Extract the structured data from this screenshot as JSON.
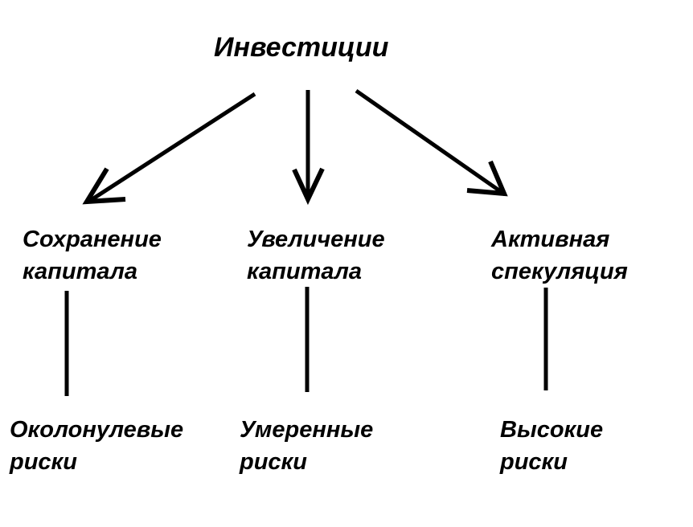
{
  "diagram": {
    "title": "Инвестиции",
    "branches": [
      {
        "strategy": "Сохранение капитала",
        "strategy_lines": [
          "Сохранение",
          "капитала"
        ],
        "risk": "Околонулевые риски",
        "risk_lines": [
          "Околонулевые",
          "риски"
        ]
      },
      {
        "strategy": "Увеличение капитала",
        "strategy_lines": [
          "Увеличение",
          "капитала"
        ],
        "risk": "Умеренные риски",
        "risk_lines": [
          "Умеренные",
          "риски"
        ]
      },
      {
        "strategy": "Активная спекуляция",
        "strategy_lines": [
          "Активная",
          "спекуляция"
        ],
        "risk": "Высокие риски",
        "risk_lines": [
          "Высокие",
          "риски"
        ]
      }
    ],
    "edges": [
      {
        "from": "Инвестиции",
        "to": "Сохранение капитала",
        "style": "arrow"
      },
      {
        "from": "Инвестиции",
        "to": "Увеличение капитала",
        "style": "arrow"
      },
      {
        "from": "Инвестиции",
        "to": "Активная спекуляция",
        "style": "arrow"
      },
      {
        "from": "Сохранение капитала",
        "to": "Околонулевые риски",
        "style": "line"
      },
      {
        "from": "Увеличение капитала",
        "to": "Умеренные риски",
        "style": "line"
      },
      {
        "from": "Активная спекуляция",
        "to": "Высокие риски",
        "style": "line"
      }
    ]
  },
  "colors": {
    "background": "#ffffff",
    "line": "#000000",
    "text": "#000000"
  }
}
